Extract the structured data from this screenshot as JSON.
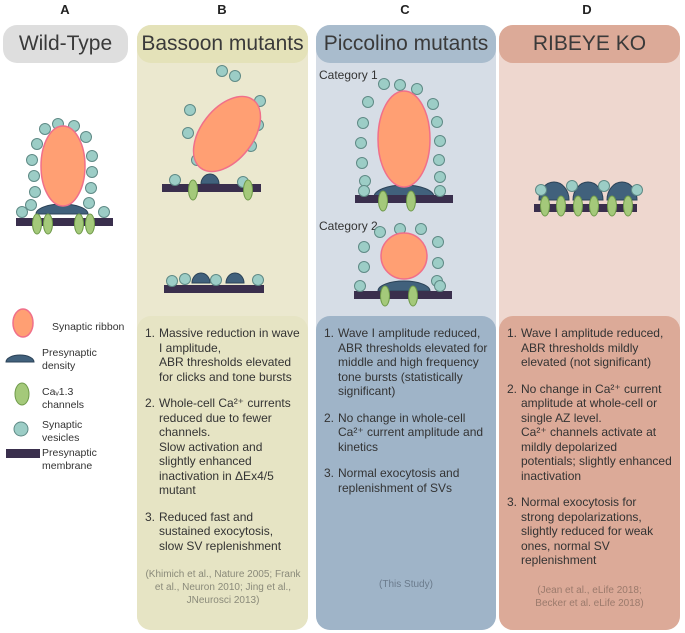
{
  "colors": {
    "ribbon_fill": "#ff9f73",
    "ribbon_stroke": "#f06f8a",
    "density": "#41617c",
    "channel": "#a4c97a",
    "vesicle": "#9ccdc6",
    "membrane": "#3a2f4d",
    "wt_header": "#dedede",
    "bassoon_bg": "#ebe8cf",
    "piccolino_bg": "#d6dde6",
    "piccolino_text_bg": "#9fb4c8",
    "ribeye_bg": "#eed7cf",
    "ribeye_text_bg": "#dcaa98"
  },
  "columns": [
    {
      "letter": "A",
      "title": "Wild-Type"
    },
    {
      "letter": "B",
      "title": "Bassoon mutants"
    },
    {
      "letter": "C",
      "title": "Piccolino mutants"
    },
    {
      "letter": "D",
      "title": "RIBEYE KO"
    }
  ],
  "categories": {
    "cat1": "Category 1",
    "cat2": "Category 2"
  },
  "legend": [
    {
      "icon": "synaptic-ribbon-icon",
      "label": "Synaptic ribbon"
    },
    {
      "icon": "presynaptic-density-icon",
      "label": "Presynaptic\ndensity"
    },
    {
      "icon": "cav13-channel-icon",
      "label": "Caᵥ1.3\nchannels"
    },
    {
      "icon": "synaptic-vesicle-icon",
      "label": "Synaptic\nvesicles"
    },
    {
      "icon": "presynaptic-membrane-icon",
      "label": "Presynaptic\nmembrane"
    }
  ],
  "panels": {
    "bassoon": {
      "items": [
        "Massive reduction in wave I amplitude,\nABR thresholds elevated for clicks and tone bursts",
        "Whole-cell Ca²⁺ currents reduced due to fewer channels.\nSlow activation and slightly enhanced inactivation in ΔEx4/5 mutant",
        "Reduced fast and sustained exocytosis,\nslow SV replenishment"
      ],
      "citation": "(Khimich et al., Nature 2005; Frank et al., Neuron 2010; Jing et al., JNeurosci 2013)"
    },
    "piccolino": {
      "items": [
        "Wave I amplitude reduced, ABR thresholds elevated for middle and high frequency tone bursts (statistically significant)",
        "No change in whole-cell Ca²⁺ current amplitude and kinetics",
        "Normal exocytosis and replenishment of SVs"
      ],
      "citation": "(This Study)"
    },
    "ribeye": {
      "items": [
        "Wave I amplitude reduced,\nABR thresholds mildly elevated (not significant)",
        "No change in Ca²⁺ current amplitude at whole-cell or single AZ level.\nCa²⁺ channels activate at mildly depolarized potentials; slightly enhanced inactivation",
        "Normal exocytosis for strong depolarizations, slightly reduced for weak ones, normal SV replenishment"
      ],
      "citation": "(Jean et al., eLife 2018;\nBecker et al. eLife 2018)"
    }
  }
}
